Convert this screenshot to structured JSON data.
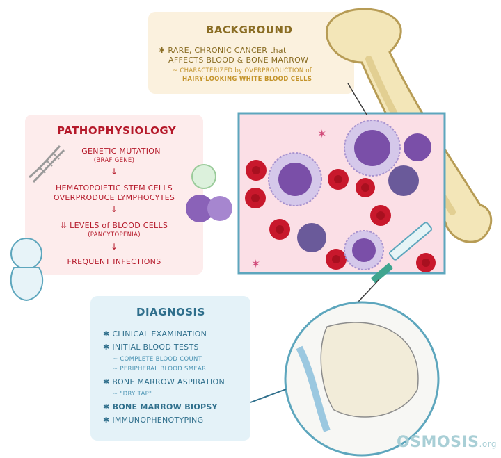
{
  "background": {
    "title": "BACKGROUND",
    "line1": "✱ RARE, CHRONIC CANCER that",
    "line2": "AFFECTS BLOOD & BONE MARROW",
    "sub1": "~ CHARACTERIZED by OVERPRODUCTION of",
    "sub2": "HAIRY-LOOKING WHITE BLOOD CELLS"
  },
  "pathophysiology": {
    "title": "PATHOPHYSIOLOGY",
    "step1": "GENETIC MUTATION",
    "step1_note": "(BRAF GENE)",
    "step2a": "HEMATOPOIETIC STEM CELLS",
    "step2b": "OVERPRODUCE LYMPHOCYTES",
    "step3": "⇊ LEVELS of BLOOD CELLS",
    "step3_note": "(PANCYTOPENIA)",
    "step4": "FREQUENT INFECTIONS",
    "arrow": "↓"
  },
  "diagnosis": {
    "title": "DIAGNOSIS",
    "items": [
      "✱ CLINICAL EXAMINATION",
      "✱ INITIAL BLOOD TESTS",
      "~ COMPLETE BLOOD COUNT",
      "~ PERIPHERAL BLOOD SMEAR",
      "✱ BONE MARROW ASPIRATION",
      "~ \"DRY TAP\"",
      "✱ BONE MARROW BIOPSY",
      "✱ IMMUNOPHENOTYPING"
    ]
  },
  "logo": {
    "name": "OSMOSIS",
    "suffix": ".org"
  },
  "colors": {
    "background_accent": "#8a6d24",
    "pathophysiology_accent": "#b5192a",
    "diagnosis_accent": "#2f6f8c",
    "red_blood_cell": "#c8182c",
    "hairy_cell": "#7a4fa8"
  }
}
